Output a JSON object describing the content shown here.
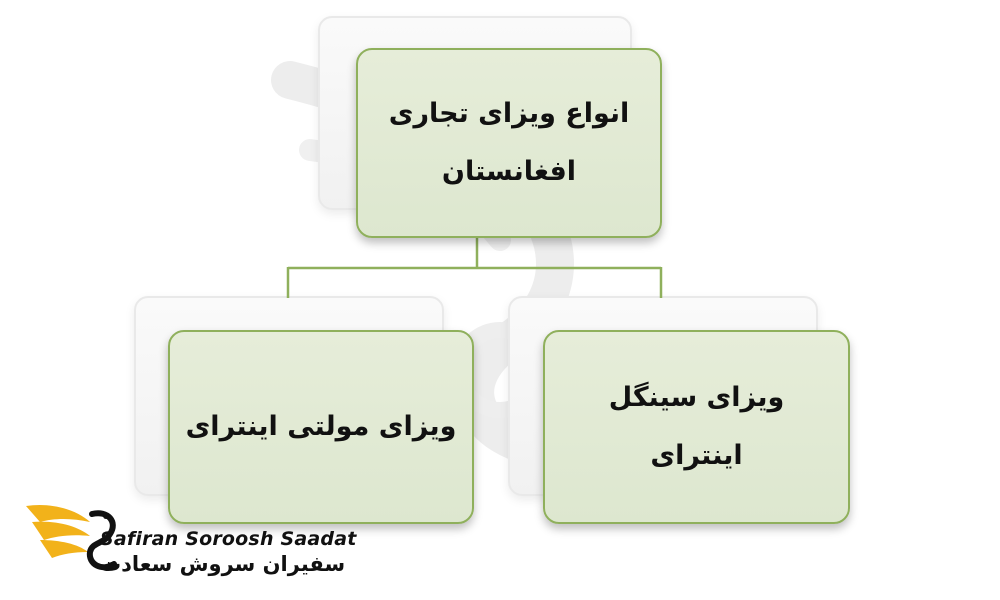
{
  "diagram": {
    "root": {
      "line1": "انواع ویزای تجاری",
      "line2": "افغانستان"
    },
    "children": [
      {
        "label": "ویزای مولتی اینترای"
      },
      {
        "line1": "ویزای سینگل",
        "line2": "اینترای"
      }
    ]
  },
  "logo": {
    "text_en": "Safiran Soroosh Saadat",
    "text_fa": "سفیران سروش سعادت"
  },
  "colors": {
    "box_fill": "#e2ebd5",
    "box_border": "#8fb05c",
    "connector": "#8fb05c",
    "logo_gold": "#f2b21a"
  }
}
